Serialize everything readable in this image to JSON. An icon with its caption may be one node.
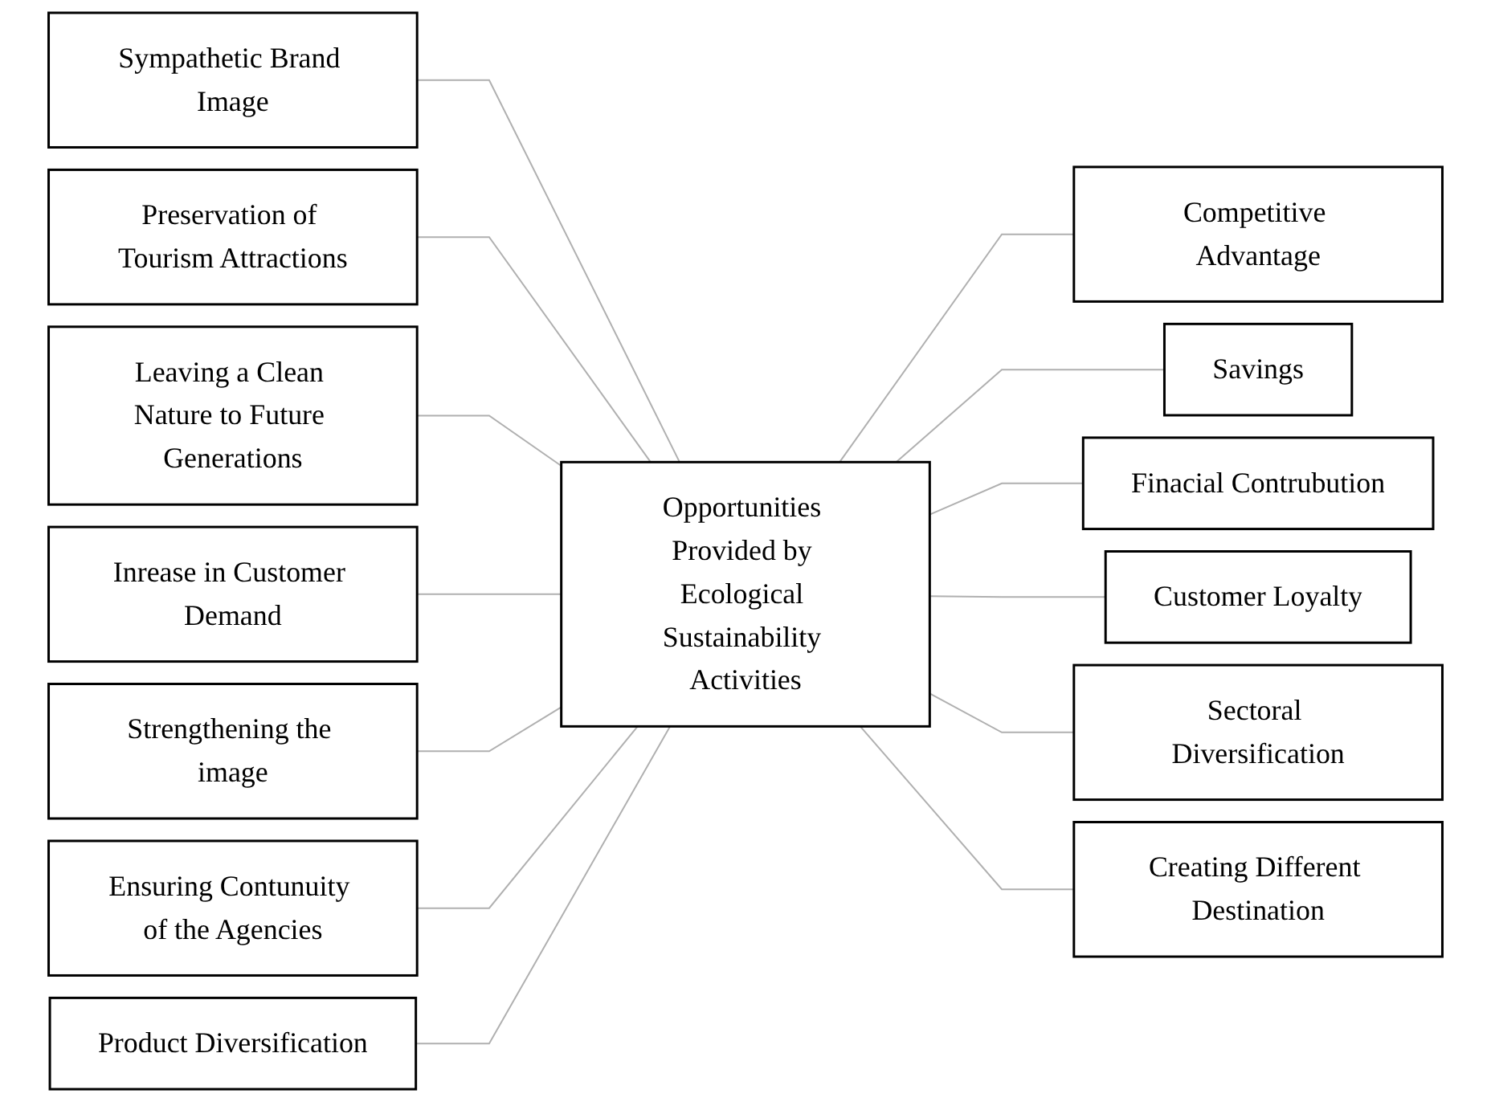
{
  "diagram": {
    "nodes": [
      {
        "text": [
          "Opportunities Provided by Ecological Sustainability Activities"
        ]
      },
      {
        "text": [
          "Sympathetic Brand Image"
        ]
      },
      {
        "text": [
          "Preservation of Tourism Attractions"
        ]
      },
      {
        "text": [
          "Competitive Advantage"
        ]
      },
      {
        "text": [
          "Leaving a Clean Nature to Future Generations"
        ]
      },
      {
        "text": [
          "Savings"
        ]
      },
      {
        "text": [
          "Inrease in Customer Demand"
        ]
      },
      {
        "text": [
          "Finacial Contrubution"
        ]
      },
      {
        "text": [
          "Strengthening the image"
        ]
      },
      {
        "text": [
          "Customer Loyalty"
        ]
      },
      {
        "text": [
          "Ensuring Contunuity of the Agencies"
        ]
      },
      {
        "text": [
          "Sectoral Diversification"
        ]
      },
      {
        "text": [
          "Product Diversification"
        ]
      },
      {
        "text": [
          "Creating Different Destination"
        ]
      }
    ],
    "edges": [
      {
        "from": 0,
        "to": 1,
        "arrow": "none"
      },
      {
        "from": 0,
        "to": 2,
        "arrow": "none"
      },
      {
        "from": 0,
        "to": 3,
        "arrow": "none"
      },
      {
        "from": 0,
        "to": 4,
        "arrow": "none"
      },
      {
        "from": 0,
        "to": 5,
        "arrow": "none"
      },
      {
        "from": 0,
        "to": 6,
        "arrow": "none"
      },
      {
        "from": 0,
        "to": 7,
        "arrow": "none"
      },
      {
        "from": 0,
        "to": 8,
        "arrow": "none"
      },
      {
        "from": 0,
        "to": 9,
        "arrow": "none"
      },
      {
        "from": 0,
        "to": 10,
        "arrow": "none"
      },
      {
        "from": 0,
        "to": 11,
        "arrow": "none"
      },
      {
        "from": 0,
        "to": 12,
        "arrow": "none"
      },
      {
        "from": 0,
        "to": 13,
        "arrow": "none"
      }
    ]
  }
}
